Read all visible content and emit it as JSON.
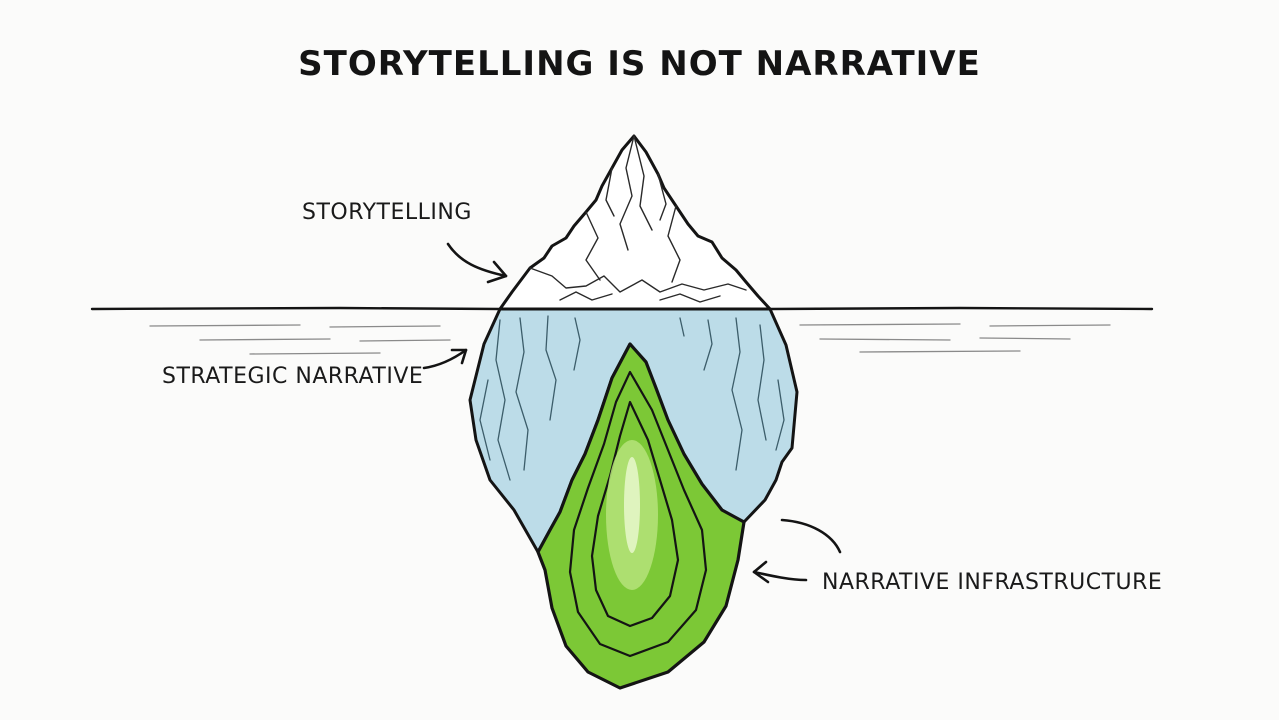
{
  "title": "STORYTELLING IS NOT NARRATIVE",
  "layers": [
    {
      "label": "STORYTELLING"
    },
    {
      "label": "STRATEGIC NARRATIVE"
    },
    {
      "label": "NARRATIVE INFRASTRUCTURE"
    }
  ],
  "colors": {
    "ink": "#141414",
    "tip": "#ffffff",
    "underwater_ice": "#bcdce8",
    "core": "#7cc836",
    "core_light": "#b6e37a"
  },
  "icons": [
    "iceberg-icon",
    "arrow-icon"
  ]
}
